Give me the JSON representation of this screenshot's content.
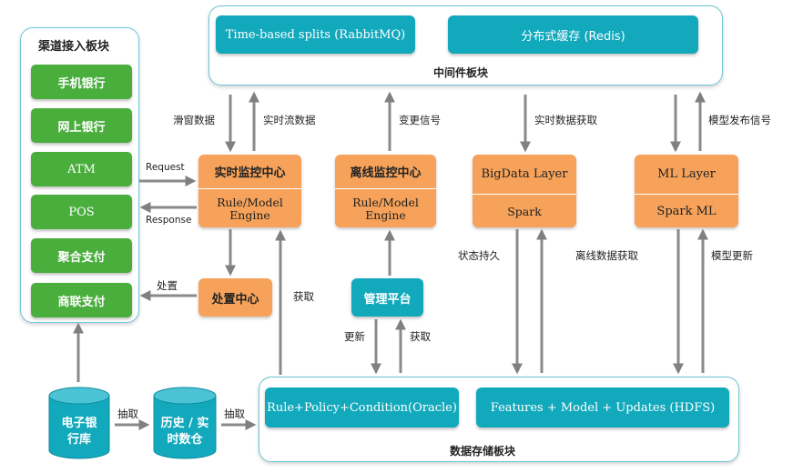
{
  "channel": {
    "title": "渠道接入板块",
    "items": [
      "手机银行",
      "网上银行",
      "ATM",
      "POS",
      "聚合支付",
      "商联支付"
    ]
  },
  "middleware": {
    "title": "中间件板块",
    "rabbitmq": "Time-based splits (RabbitMQ)",
    "redis": "分布式缓存 (Redis)"
  },
  "realtime": {
    "title": "实时监控中心",
    "engine": "Rule/Model Engine"
  },
  "offline": {
    "title": "离线监控中心",
    "engine": "Rule/Model Engine"
  },
  "bigdata": {
    "title": "BigData Layer",
    "engine": "Spark"
  },
  "ml": {
    "title": "ML Layer",
    "engine": "Spark ML"
  },
  "dispose": {
    "title": "处置中心"
  },
  "manage": {
    "title": "管理平台"
  },
  "storage": {
    "title": "数据存储板块",
    "oracle": "Rule+Policy+Condition(Oracle)",
    "hdfs": "Features + Model + Updates (HDFS)"
  },
  "databases": {
    "ebank": "电子银行库",
    "history": "历史 / 实时数仓"
  },
  "labels": {
    "sliding": "滑窗数据",
    "realtime_stream": "实时流数据",
    "change_signal": "变更信号",
    "realtime_fetch": "实时数据获取",
    "model_publish": "模型发布信号",
    "request": "Request",
    "response": "Response",
    "dispose_arrow": "处置",
    "fetch1": "获取",
    "update": "更新",
    "fetch2": "获取",
    "state_persist": "状态持久",
    "offline_fetch": "离线数据获取",
    "model_update": "模型更新",
    "extract1": "抽取",
    "extract2": "抽取"
  }
}
